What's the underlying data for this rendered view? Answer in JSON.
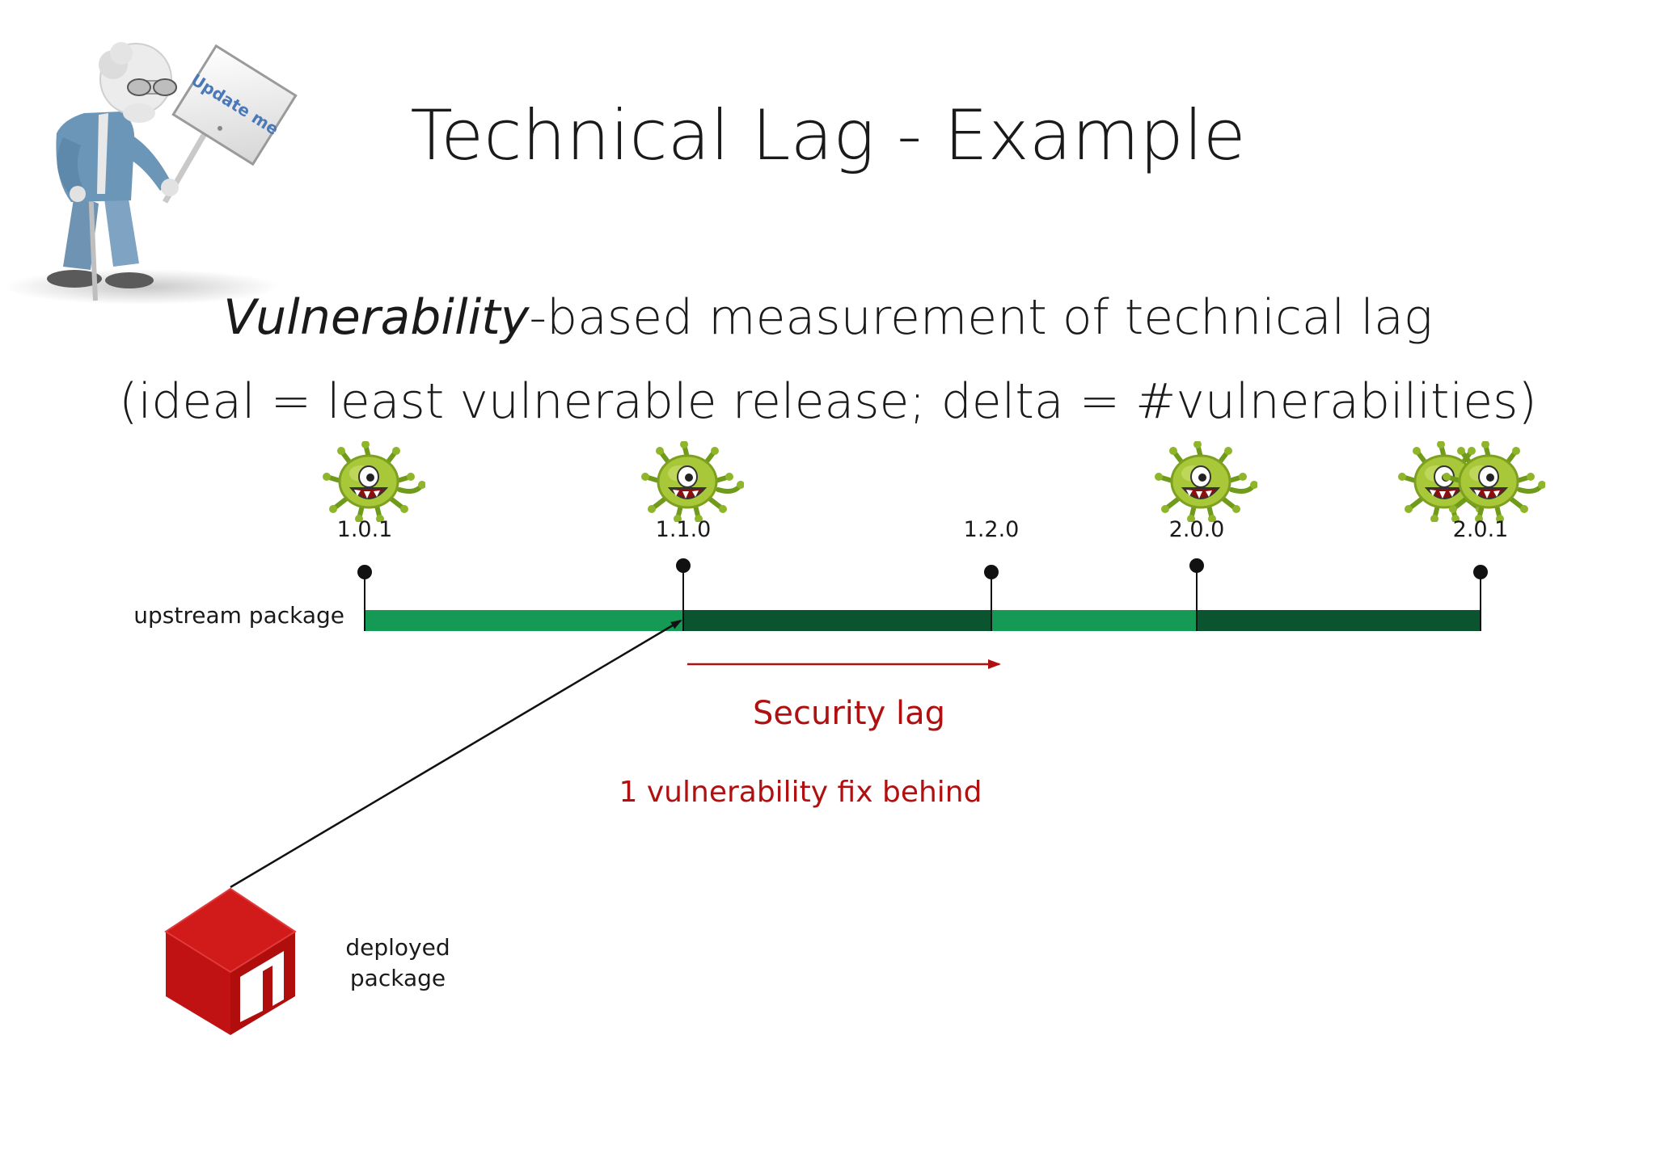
{
  "title": "Technical Lag - Example",
  "subtitle": {
    "emphasis": "Vulnerability",
    "rest": "-based measurement of technical lag"
  },
  "definition": "(ideal = least vulnerable release; delta = #vulnerabilities)",
  "sign_text": "Update me",
  "timeline": {
    "label": "upstream package",
    "releases": [
      {
        "version": "1.0.1",
        "vulnerable": true,
        "viruses": 1
      },
      {
        "version": "1.1.0",
        "vulnerable": true,
        "viruses": 1
      },
      {
        "version": "1.2.0",
        "vulnerable": false,
        "viruses": 0
      },
      {
        "version": "2.0.0",
        "vulnerable": true,
        "viruses": 1
      },
      {
        "version": "2.0.1",
        "vulnerable": true,
        "viruses": 2
      }
    ]
  },
  "security_lag_label": "Security lag",
  "fix_behind_label": "1 vulnerability fix behind",
  "deployed_label_line1": "deployed",
  "deployed_label_line2": "package",
  "deployed_version": "1.1.0",
  "colors": {
    "light_green": "#159a55",
    "dark_green": "#0a5530",
    "lag_red": "#b01010",
    "package_red": "#cc1111",
    "virus_green": "#a8c83a"
  },
  "icons": [
    "old-man-icon",
    "virus-icon",
    "npm-package-icon"
  ]
}
